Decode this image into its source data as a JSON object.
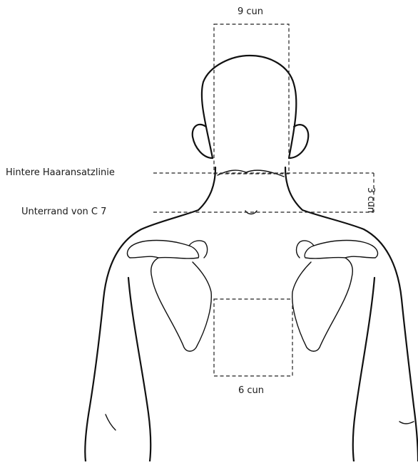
{
  "labels": {
    "top_width": "9 cun",
    "bottom_width": "6 cun",
    "side_height": "3 cun",
    "hairline": "Hintere Haaransatzlinie",
    "c7": "Unterrand von C 7"
  },
  "colors": {
    "line": "#111111",
    "background": "#ffffff"
  }
}
